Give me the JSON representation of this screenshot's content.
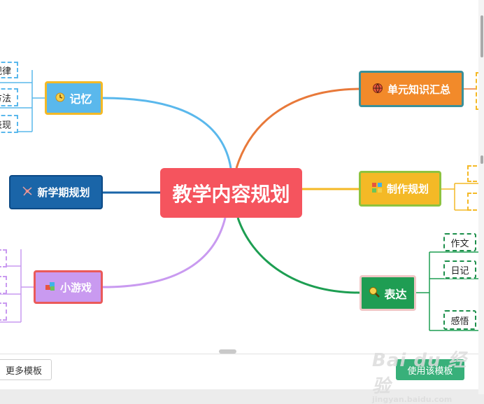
{
  "mindmap": {
    "center": "教学内容规划",
    "left_branches": [
      {
        "label": "记忆",
        "icon": "clock-icon",
        "color": "#5ab8ec",
        "children": [
          "规律",
          "方法",
          "表现"
        ]
      },
      {
        "label": "新学期规划",
        "icon": "network-icon",
        "color": "#1a65a8"
      },
      {
        "label": "小游戏",
        "icon": "cubes-icon",
        "color": "#c99af0"
      }
    ],
    "right_branches": [
      {
        "label": "单元知识汇总",
        "icon": "globe-icon",
        "color": "#f28a2a"
      },
      {
        "label": "制作规划",
        "icon": "grid-icon",
        "color": "#f4b926"
      },
      {
        "label": "表达",
        "icon": "magnifier-icon",
        "color": "#1f9d53",
        "children": [
          "作文",
          "日记",
          "感悟"
        ]
      }
    ]
  },
  "footer": {
    "more_label": "更多模板",
    "use_label": "使用该模板"
  },
  "watermark": {
    "line1": "Bai du 经验",
    "line2": "jingyan.baidu.com"
  },
  "colors": {
    "center": "#f5545e",
    "accent_green": "#38b07a",
    "line_orange": "#e8793a",
    "line_yellow": "#f4b926",
    "line_green": "#1d9e52",
    "line_blue": "#5ab8ec",
    "line_purple": "#c99af0",
    "line_navy": "#1a65a8"
  }
}
